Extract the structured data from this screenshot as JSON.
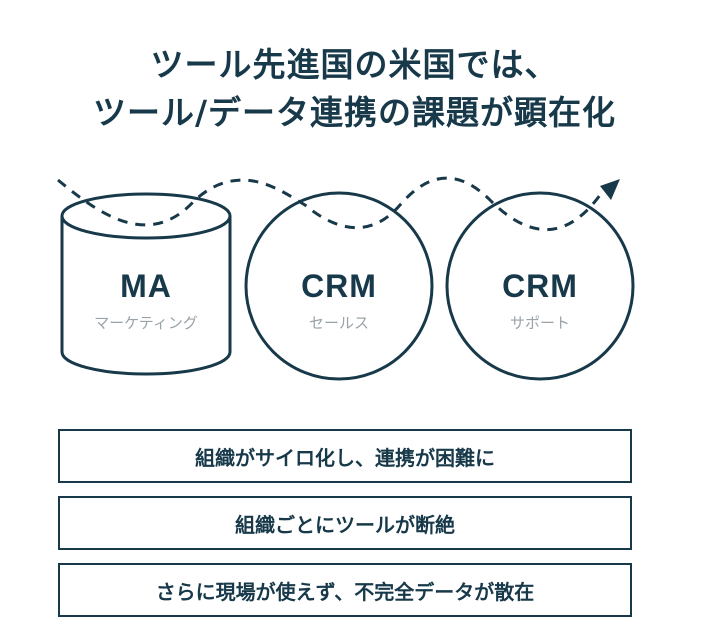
{
  "title": {
    "line1": "ツール先進国の米国では、",
    "line2": "ツール/データ連携の課題が顕在化"
  },
  "tools": [
    {
      "name": "MA",
      "sub": "マーケティング",
      "shape": "cylinder"
    },
    {
      "name": "CRM",
      "sub": "セールス",
      "shape": "circle"
    },
    {
      "name": "CRM",
      "sub": "サポート",
      "shape": "circle"
    }
  ],
  "issues": [
    "組織がサイロ化し、連携が困難に",
    "組織ごとにツールが断絶",
    "さらに現場が使えず、不完全データが散在"
  ],
  "colors": {
    "primary": "#17394a",
    "muted": "#9aa3a8"
  }
}
